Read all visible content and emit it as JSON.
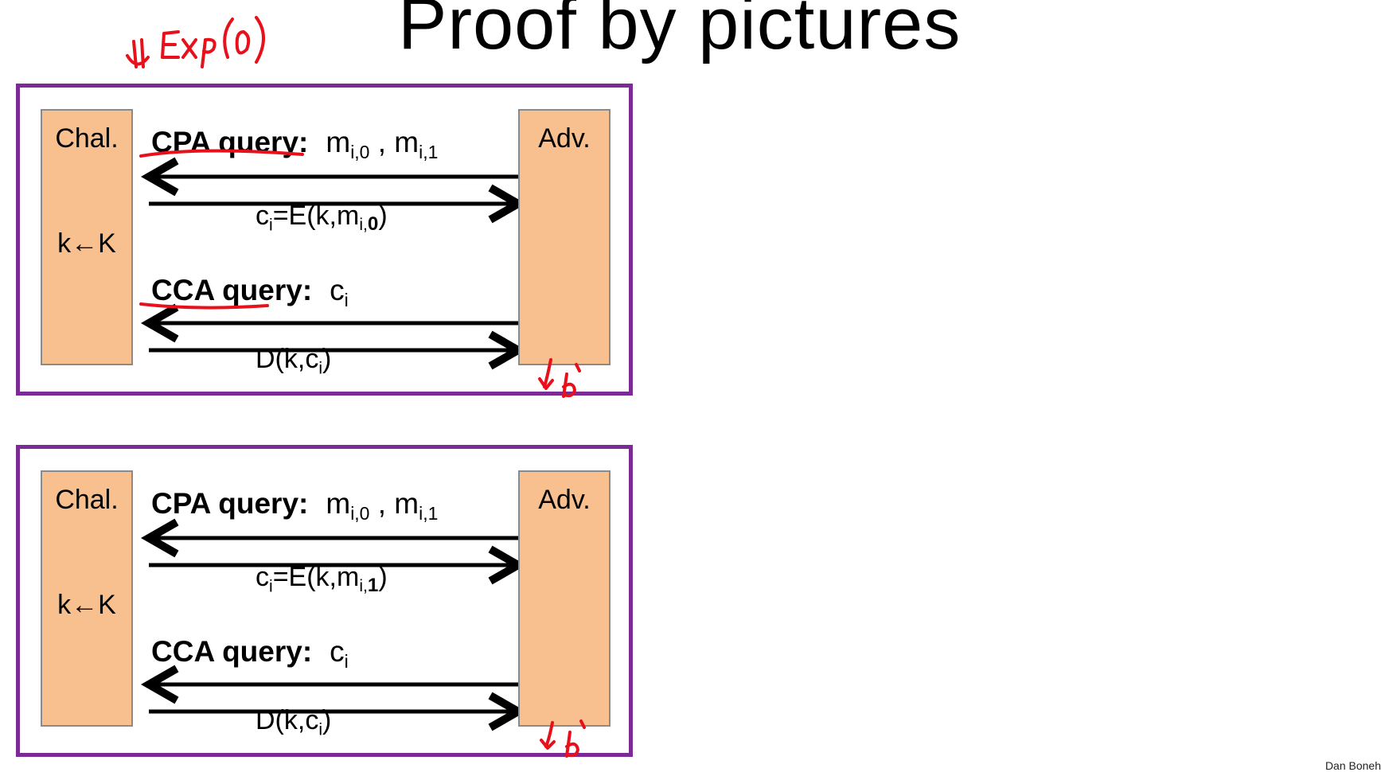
{
  "title": "Proof by pictures",
  "annotation_top": "⇓ EXP(0)",
  "panels": [
    {
      "challenger": {
        "label": "Chal.",
        "key": "k←K"
      },
      "adversary": {
        "label": "Adv."
      },
      "cpa": {
        "label": "CPA query:",
        "m": "m",
        "sub0": "i,0",
        "sep": " , ",
        "sub1": "i,1"
      },
      "enc": {
        "prefix": "c",
        "sub_i": "i",
        "mid": "=E(k,m",
        "sub_pre": "i,",
        "bit": "0",
        "close": ")"
      },
      "cca": {
        "label": "CCA query:",
        "c": "c",
        "sub": "i"
      },
      "dec": {
        "prefix": "D(k,c",
        "sub": "i",
        "close": ")"
      },
      "handwritten_output": "↓b′"
    },
    {
      "challenger": {
        "label": "Chal.",
        "key": "k←K"
      },
      "adversary": {
        "label": "Adv."
      },
      "cpa": {
        "label": "CPA query:",
        "m": "m",
        "sub0": "i,0",
        "sep": " , ",
        "sub1": "i,1"
      },
      "enc": {
        "prefix": "c",
        "sub_i": "i",
        "mid": "=E(k,m",
        "sub_pre": "i,",
        "bit": "1",
        "close": ")"
      },
      "cca": {
        "label": "CCA query:",
        "c": "c",
        "sub": "i"
      },
      "dec": {
        "prefix": "D(k,c",
        "sub": "i",
        "close": ")"
      },
      "handwritten_output": "↓b′"
    }
  ],
  "credit": "Dan Boneh",
  "colors": {
    "panel_border": "#7b2a96",
    "box_fill": "#f9c08f",
    "ink": "#e8101a"
  }
}
